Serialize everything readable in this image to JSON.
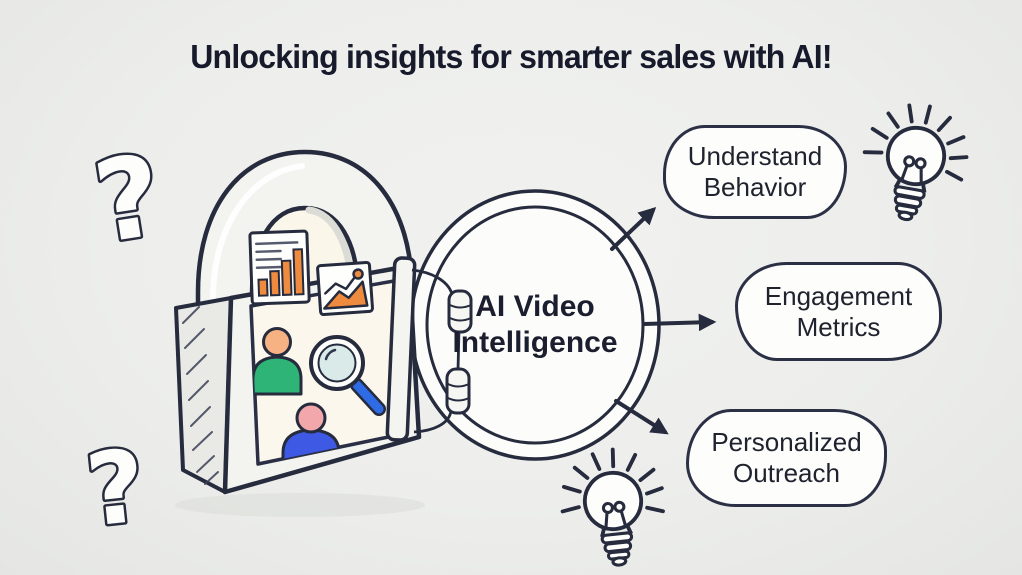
{
  "title": "Unlocking insights for smarter sales with AI!",
  "hub": {
    "line1": "AI Video",
    "line2": "Intelligence"
  },
  "outcomes": [
    {
      "label": "Understand Behavior"
    },
    {
      "label": "Engagement Metrics"
    },
    {
      "label": "Personalized Outreach"
    }
  ],
  "glyphs": {
    "question_mark": "?"
  },
  "icons": {
    "doodles": [
      "question-mark-icon",
      "question-mark-icon",
      "lightbulb-icon",
      "lightbulb-icon"
    ],
    "padlock_contents": [
      "bar-chart-icon",
      "trend-chart-icon",
      "analyst-person-icon",
      "magnifying-glass-icon",
      "customer-person-icon"
    ],
    "connectors": [
      "arrow-icon",
      "arrow-icon",
      "arrow-icon"
    ]
  },
  "colors": {
    "background": "#edeeec",
    "ink": "#262b3d",
    "title_text": "#171a2b",
    "bubble_text": "#20232e",
    "card_cream": "#fbf7ec",
    "orange": "#ee8b3e",
    "green": "#2fb478",
    "blue": "#3e59e4",
    "skin": "#f6b283",
    "skin_pink": "#f2a7ab",
    "handle_blue": "#2f6be4",
    "lens_tint": "#d9eae8",
    "white": "#fdfdfb"
  }
}
